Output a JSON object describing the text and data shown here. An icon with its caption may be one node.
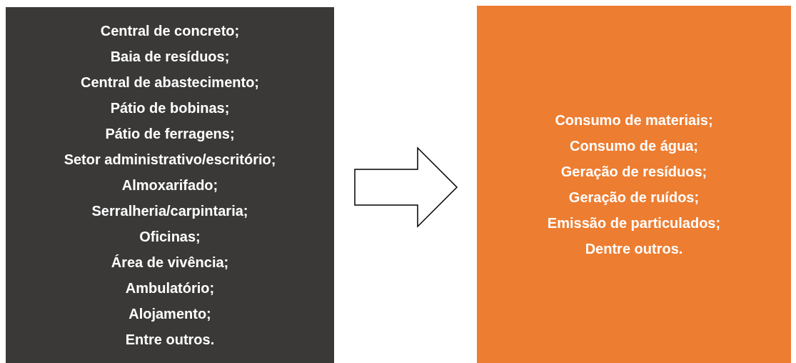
{
  "diagram": {
    "nodes": [
      {
        "text": [
          "Central de concreto;",
          "Baia de resíduos;",
          "Central de abastecimento;",
          "Pátio de bobinas;",
          "Pátio de ferragens;",
          "Setor administrativo/escritório;",
          "Almoxarifado;",
          "Serralheria/carpintaria;",
          "Oficinas;",
          "Área de vivência;",
          "Ambulatório;",
          "Alojamento;",
          "Entre outros."
        ]
      },
      {
        "text": [
          "Consumo de materiais;",
          "Consumo de água;",
          "Geração de resíduos;",
          "Geração de ruídos;",
          "Emissão de particulados;",
          "Dentre outros."
        ]
      }
    ],
    "edges": [
      {
        "from": 0,
        "to": 1,
        "arrow": "to"
      }
    ]
  }
}
